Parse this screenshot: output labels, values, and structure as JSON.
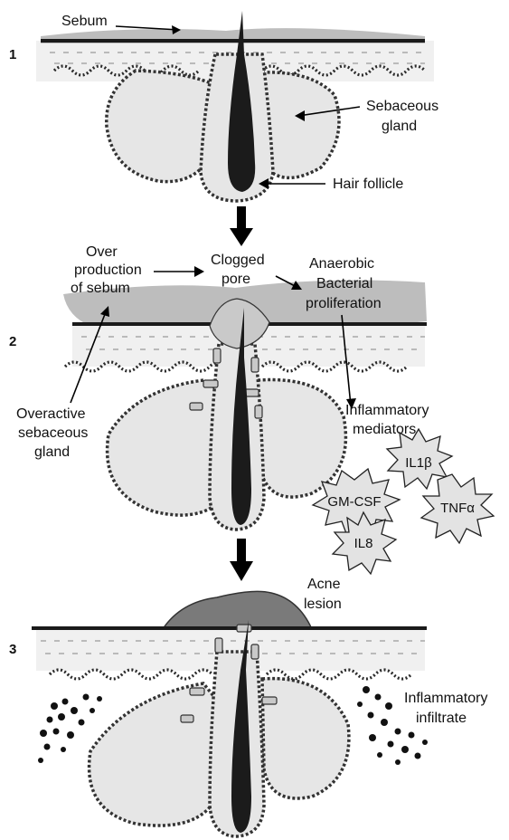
{
  "steps": [
    "1",
    "2",
    "3"
  ],
  "labels": {
    "sebum": "Sebum",
    "sebaceous_gland": [
      "Sebaceous",
      "gland"
    ],
    "hair_follicle": "Hair follicle",
    "over_production": [
      "Over",
      "production",
      "of sebum"
    ],
    "clogged_pore": [
      "Clogged",
      "pore"
    ],
    "anaerobic": [
      "Anaerobic",
      "Bacterial",
      "proliferation"
    ],
    "overactive_gland": [
      "Overactive",
      "sebaceous",
      "gland"
    ],
    "inflammatory_mediators": [
      "Inflammatory",
      "mediators"
    ],
    "acne_lesion": [
      "Acne",
      "lesion"
    ],
    "inflammatory_infiltrate": [
      "Inflammatory",
      "infiltrate"
    ]
  },
  "mediators": [
    "IL1β",
    "GM-CSF",
    "TNFα",
    "IL8"
  ],
  "colors": {
    "ink": "#111111",
    "sebum_gray": "#bdbdbd",
    "gland_fill": "#e6e6e6"
  }
}
